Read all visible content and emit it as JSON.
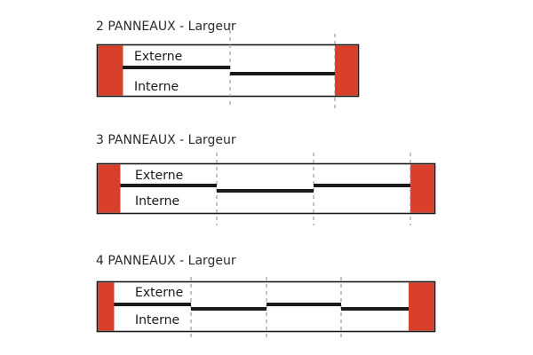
{
  "colors": {
    "frame": "#1a1a1a",
    "jamb": "#d9402b",
    "panel": "#1a1a1a",
    "guide": "#8a8a8a",
    "text": "#2b2b2b"
  },
  "diagrams": [
    {
      "title": "2 PANNEAUX - Largeur",
      "label_outer": "Externe",
      "label_inner": "Interne",
      "panels": [
        {
          "track": "outer"
        },
        {
          "track": "inner"
        }
      ]
    },
    {
      "title": "3 PANNEAUX - Largeur",
      "label_outer": "Externe",
      "label_inner": "Interne",
      "panels": [
        {
          "track": "outer"
        },
        {
          "track": "inner"
        },
        {
          "track": "outer"
        }
      ]
    },
    {
      "title": "4 PANNEAUX - Largeur",
      "label_outer": "Externe",
      "label_inner": "Interne",
      "panels": [
        {
          "track": "outer"
        },
        {
          "track": "inner"
        },
        {
          "track": "outer"
        },
        {
          "track": "inner"
        }
      ]
    }
  ]
}
